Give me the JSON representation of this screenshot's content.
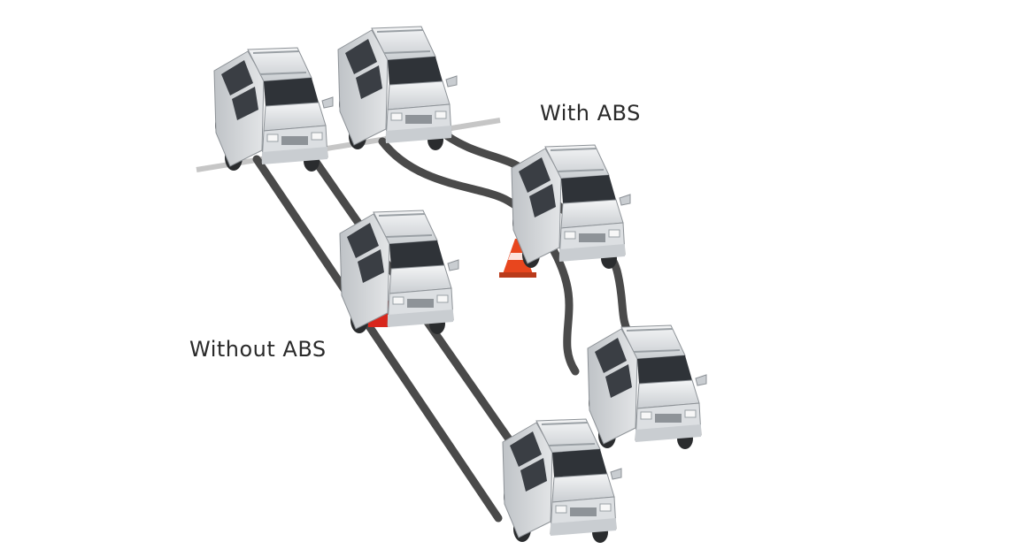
{
  "labels": {
    "with_abs": "With ABS",
    "without_abs": "Without ABS"
  },
  "colors": {
    "background": "#ffffff",
    "skid_mark": "#4a4a4a",
    "baseline": "#c6c6c6",
    "car_body": "#e4e6e8",
    "car_shade": "#c3c7cb",
    "window": "#2f3338",
    "cone": "#e8461e",
    "red_marker": "#d8261c"
  },
  "icons": {
    "car": "suv-car-icon",
    "cone": "traffic-cone-icon",
    "marker": "red-obstacle-marker"
  }
}
